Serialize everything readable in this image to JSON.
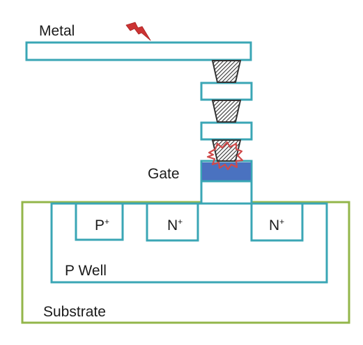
{
  "labels": {
    "metal": "Metal",
    "gate": "Gate",
    "p_plus": "P",
    "n_plus_left": "N",
    "n_plus_right": "N",
    "plus_sign": "+",
    "p_well": "P Well",
    "substrate": "Substrate"
  },
  "icons": {
    "esd_strike": "lightning-bolt-icon",
    "damage_spark": "burst-spark-icon"
  },
  "colors": {
    "outline": "#3aa6b5",
    "substrate_outline": "#93b64a",
    "gate_fill": "#4a72c0",
    "lightning": "#cc3333",
    "spark": "#d04a4a",
    "via_hatch": "#333333",
    "text": "#1a1a1a"
  }
}
